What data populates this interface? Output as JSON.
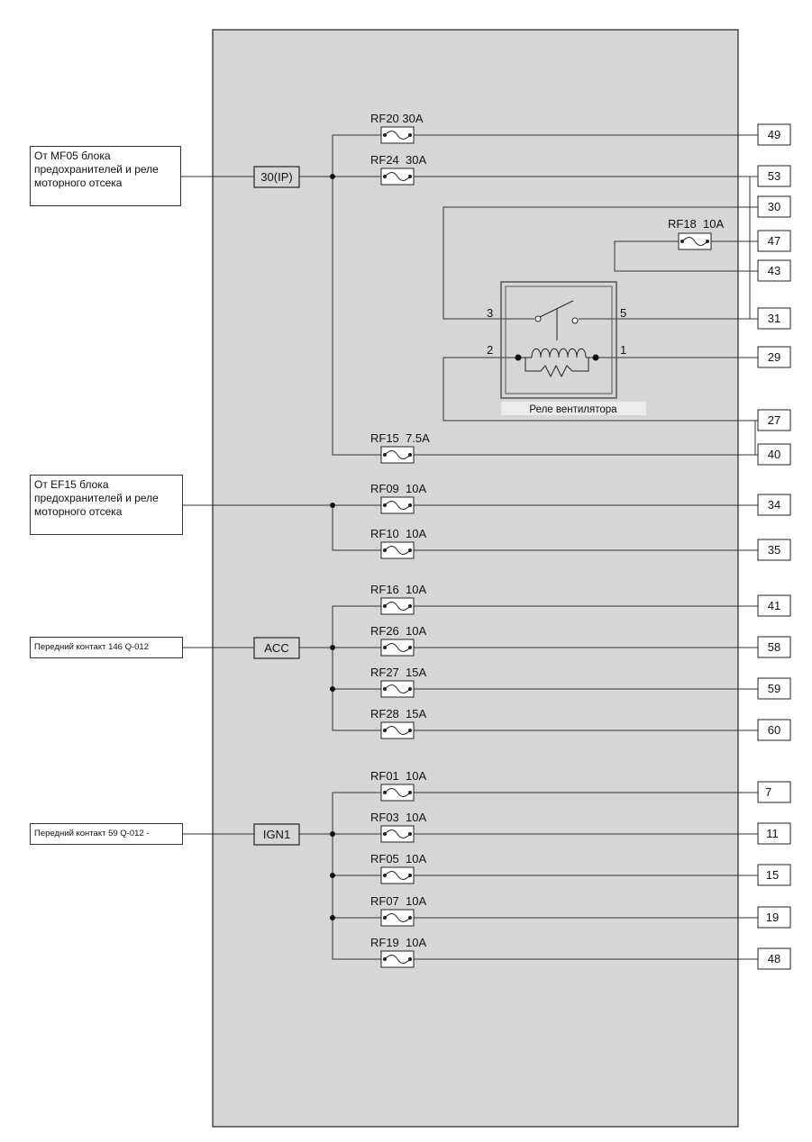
{
  "sources": {
    "mf05": "От MF05 блока предохранителей и реле моторного отсека",
    "ef15": "От EF15 блока предохранителей и реле моторного отсека",
    "acc_contact": "Передний контакт 146 Q-012",
    "ign_contact": "Передний контакт 59 Q-012 -"
  },
  "buses": {
    "ip30": "30(IP)",
    "acc": "ACC",
    "ign1": "IGN1"
  },
  "fuses": {
    "rf20": "RF20 30A",
    "rf24": "RF24  30A",
    "rf18": "RF18  10A",
    "rf15": "RF15  7.5A",
    "rf09": "RF09  10A",
    "rf10": "RF10  10A",
    "rf16": "RF16  10A",
    "rf26": "RF26  10A",
    "rf27": "RF27  15A",
    "rf28": "RF28  15A",
    "rf01": "RF01  10A",
    "rf03": "RF03  10A",
    "rf05": "RF05  10A",
    "rf07": "RF07  10A",
    "rf19": "RF19  10A"
  },
  "terminals": {
    "t49": "49",
    "t53": "53",
    "t30": "30",
    "t47": "47",
    "t43": "43",
    "t31": "31",
    "t29": "29",
    "t27": "27",
    "t40": "40",
    "t34": "34",
    "t35": "35",
    "t41": "41",
    "t58": "58",
    "t59": "59",
    "t60": "60",
    "t7": "7",
    "t11": "11",
    "t15": "15",
    "t19": "19",
    "t48": "48"
  },
  "relay": {
    "name": "Реле вентилятора",
    "pin3": "3",
    "pin5": "5",
    "pin2": "2",
    "pin1": "1"
  }
}
